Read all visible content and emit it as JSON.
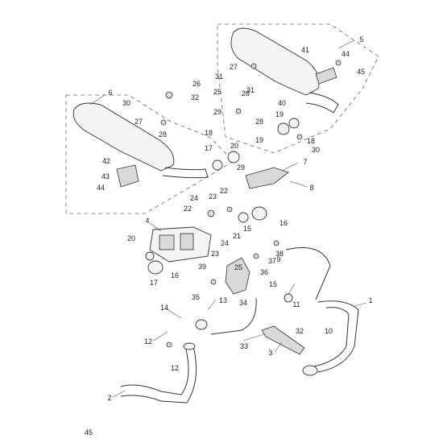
{
  "diagram": {
    "type": "exploded-parts-view",
    "callouts": [
      {
        "label": "1"
      },
      {
        "label": "2"
      },
      {
        "label": "3"
      },
      {
        "label": "4"
      },
      {
        "label": "5"
      },
      {
        "label": "6"
      },
      {
        "label": "7"
      },
      {
        "label": "8"
      },
      {
        "label": "9"
      },
      {
        "label": "10"
      },
      {
        "label": "11"
      },
      {
        "label": "12"
      },
      {
        "label": "12"
      },
      {
        "label": "13"
      },
      {
        "label": "14"
      },
      {
        "label": "15"
      },
      {
        "label": "15"
      },
      {
        "label": "16"
      },
      {
        "label": "16"
      },
      {
        "label": "17"
      },
      {
        "label": "17"
      },
      {
        "label": "18"
      },
      {
        "label": "18"
      },
      {
        "label": "19"
      },
      {
        "label": "19"
      },
      {
        "label": "20"
      },
      {
        "label": "20"
      },
      {
        "label": "21"
      },
      {
        "label": "22"
      },
      {
        "label": "22"
      },
      {
        "label": "23"
      },
      {
        "label": "23"
      },
      {
        "label": "24"
      },
      {
        "label": "24"
      },
      {
        "label": "25"
      },
      {
        "label": "25"
      },
      {
        "label": "26"
      },
      {
        "label": "26"
      },
      {
        "label": "27"
      },
      {
        "label": "27"
      },
      {
        "label": "28"
      },
      {
        "label": "28"
      },
      {
        "label": "29"
      },
      {
        "label": "29"
      },
      {
        "label": "30"
      },
      {
        "label": "30"
      },
      {
        "label": "31"
      },
      {
        "label": "31"
      },
      {
        "label": "32"
      },
      {
        "label": "32"
      },
      {
        "label": "33"
      },
      {
        "label": "34"
      },
      {
        "label": "35"
      },
      {
        "label": "36"
      },
      {
        "label": "37"
      },
      {
        "label": "38"
      },
      {
        "label": "39"
      },
      {
        "label": "40"
      },
      {
        "label": "41"
      },
      {
        "label": "42"
      },
      {
        "label": "43"
      },
      {
        "label": "44"
      },
      {
        "label": "44"
      },
      {
        "label": "45"
      },
      {
        "label": "45"
      }
    ]
  }
}
